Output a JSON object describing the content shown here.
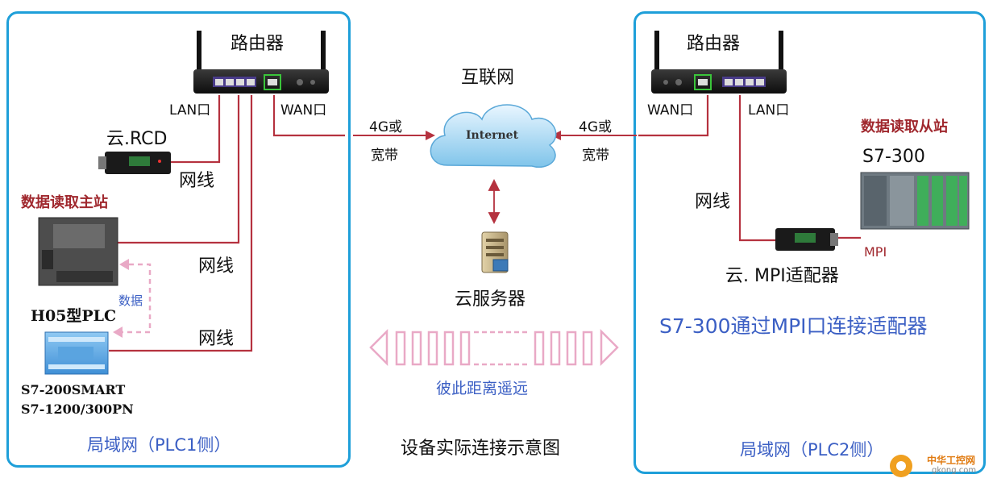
{
  "left": {
    "router_label": "路由器",
    "lan_port": "LAN口",
    "wan_port": "WAN口",
    "rcd_label": "云.RCD",
    "cable1": "网线",
    "cable2": "网线",
    "cable3": "网线",
    "master_label": "数据读取主站",
    "data_label": "数据",
    "plc_label": "H05型PLC",
    "s7_smart": "S7-200SMART",
    "s7_1200": "S7-1200/300PN",
    "lan_name": "局域网（PLC1侧）"
  },
  "center": {
    "internet_label": "互联网",
    "internet_text": "Internet",
    "link_left_1": "4G或",
    "link_left_2": "宽带",
    "link_right_1": "4G或",
    "link_right_2": "宽带",
    "server_label": "云服务器",
    "distance_label": "彼此距离遥远",
    "diagram_title": "设备实际连接示意图"
  },
  "right": {
    "router_label": "路由器",
    "wan_port": "WAN口",
    "lan_port": "LAN口",
    "slave_label": "数据读取从站",
    "s7_300": "S7-300",
    "cable": "网线",
    "mpi_link": "MPI",
    "mpi_adapter": "云. MPI适配器",
    "caption": "S7-300通过MPI口连接适配器",
    "lan_name": "局域网（PLC2侧）"
  },
  "watermark": {
    "line1": "中华工控网",
    "line2": "gkong.com"
  },
  "colors": {
    "panel_border": "#1e9fd9",
    "cable": "#b5323f",
    "station": "#a0282e",
    "blue_text": "#3b5fc4",
    "arrow_pink": "#e9a9c6"
  }
}
